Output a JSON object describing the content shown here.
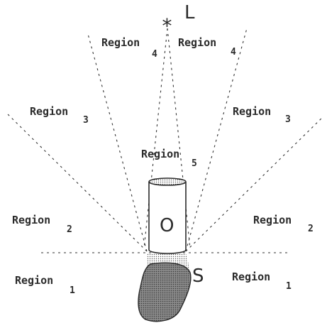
{
  "labels": {
    "light": "L",
    "light_marker": "*",
    "object": "O",
    "shadow": "S"
  },
  "regions": [
    {
      "name": "Region",
      "sub": "4"
    },
    {
      "name": "Region",
      "sub": "4"
    },
    {
      "name": "Region",
      "sub": "3"
    },
    {
      "name": "Region",
      "sub": "3"
    },
    {
      "name": "Region",
      "sub": "5"
    },
    {
      "name": "Region",
      "sub": "2"
    },
    {
      "name": "Region",
      "sub": "2"
    },
    {
      "name": "Region",
      "sub": "1"
    },
    {
      "name": "Region",
      "sub": "1"
    }
  ],
  "colors": {
    "ink": "#2b2b2b",
    "shadow_fill": "#7a7a7a"
  }
}
